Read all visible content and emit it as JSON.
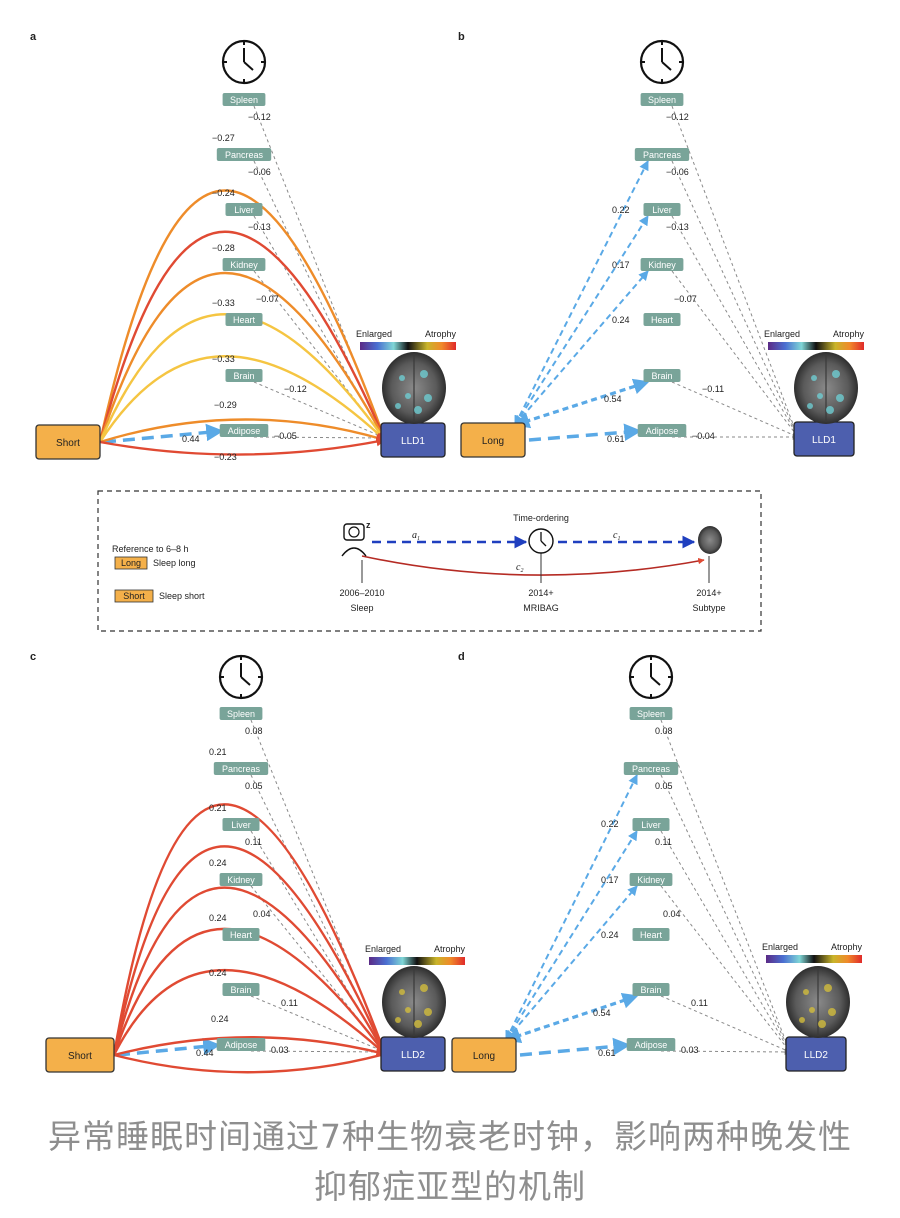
{
  "colors": {
    "exposure_box": "#f4b04a",
    "outcome_box": "#4d5fae",
    "organ_label_bg": "#79a499",
    "blue_dashed": "#5aa9e6",
    "grey_dashed": "#8a8a8a",
    "mediator_dark_blue": "#1f3fbf",
    "red_arc": "#e04a33",
    "orange_arc": "#ee8c2a",
    "yellow_arc": "#f5c542"
  },
  "legend_scale": {
    "left_label": "Enlarged",
    "right_label": "Atrophy"
  },
  "panels": [
    {
      "letter": "a",
      "exposure": "Short",
      "outcome": "LLD1",
      "organs": [
        "Spleen",
        "Pancreas",
        "Liver",
        "Kidney",
        "Heart",
        "Brain",
        "Adipose"
      ],
      "exposure_to_organ": [
        {
          "organ": "Pancreas",
          "value": "−0.27",
          "color": "orange"
        },
        {
          "organ": "Liver",
          "value": "−0.24",
          "color": "red"
        },
        {
          "organ": "Kidney",
          "value": "−0.28",
          "color": "orange"
        },
        {
          "organ": "Heart",
          "value": "−0.33",
          "color": "yellow"
        },
        {
          "organ": "Brain",
          "value": "−0.33",
          "color": "yellow"
        },
        {
          "organ": "Adipose",
          "value": "0.44",
          "color": "blue-dashed"
        }
      ],
      "organ_to_outcome": [
        {
          "organ": "Spleen",
          "value": "−0.12"
        },
        {
          "organ": "Pancreas",
          "value": "−0.06"
        },
        {
          "organ": "Liver",
          "value": "−0.13"
        },
        {
          "organ": "Kidney",
          "value": "−0.07"
        },
        {
          "organ": "Brain",
          "value": "−0.12"
        },
        {
          "organ": "Adipose",
          "value": "−0.05"
        }
      ],
      "direct_paths": [
        {
          "value": "−0.29",
          "color": "orange"
        },
        {
          "value": "−0.23",
          "color": "red"
        }
      ]
    },
    {
      "letter": "b",
      "exposure": "Long",
      "outcome": "LLD1",
      "organs": [
        "Spleen",
        "Pancreas",
        "Liver",
        "Kidney",
        "Heart",
        "Brain",
        "Adipose"
      ],
      "exposure_to_organ": [
        {
          "organ": "Pancreas",
          "value": "0.22",
          "color": "blue-dashed"
        },
        {
          "organ": "Liver",
          "value": "0.17",
          "color": "blue-dashed"
        },
        {
          "organ": "Kidney",
          "value": "0.24",
          "color": "blue-dashed"
        },
        {
          "organ": "Brain",
          "value": "0.54",
          "color": "blue-dashed"
        },
        {
          "organ": "Adipose",
          "value": "0.61",
          "color": "blue-dashed"
        }
      ],
      "organ_to_outcome": [
        {
          "organ": "Spleen",
          "value": "−0.12"
        },
        {
          "organ": "Pancreas",
          "value": "−0.06"
        },
        {
          "organ": "Liver",
          "value": "−0.13"
        },
        {
          "organ": "Kidney",
          "value": "−0.07"
        },
        {
          "organ": "Brain",
          "value": "−0.11"
        },
        {
          "organ": "Adipose",
          "value": "−0.04"
        }
      ],
      "direct_paths": []
    },
    {
      "letter": "c",
      "exposure": "Short",
      "outcome": "LLD2",
      "organs": [
        "Spleen",
        "Pancreas",
        "Liver",
        "Kidney",
        "Heart",
        "Brain",
        "Adipose"
      ],
      "exposure_to_organ": [
        {
          "organ": "Pancreas",
          "value": "0.21",
          "color": "red"
        },
        {
          "organ": "Liver",
          "value": "0.21",
          "color": "red"
        },
        {
          "organ": "Kidney",
          "value": "0.24",
          "color": "red"
        },
        {
          "organ": "Heart",
          "value": "0.24",
          "color": "red"
        },
        {
          "organ": "Brain",
          "value": "0.24",
          "color": "red"
        },
        {
          "organ": "Adipose",
          "value": "0.44",
          "color": "blue-dashed"
        }
      ],
      "organ_to_outcome": [
        {
          "organ": "Spleen",
          "value": "0.08"
        },
        {
          "organ": "Pancreas",
          "value": "0.05"
        },
        {
          "organ": "Liver",
          "value": "0.11"
        },
        {
          "organ": "Kidney",
          "value": "0.04"
        },
        {
          "organ": "Brain",
          "value": "0.11"
        },
        {
          "organ": "Adipose",
          "value": "0.03"
        }
      ],
      "direct_paths": [
        {
          "value": "0.24",
          "color": "red"
        }
      ]
    },
    {
      "letter": "d",
      "exposure": "Long",
      "outcome": "LLD2",
      "organs": [
        "Spleen",
        "Pancreas",
        "Liver",
        "Kidney",
        "Heart",
        "Brain",
        "Adipose"
      ],
      "exposure_to_organ": [
        {
          "organ": "Pancreas",
          "value": "0.22",
          "color": "blue-dashed"
        },
        {
          "organ": "Liver",
          "value": "0.17",
          "color": "blue-dashed"
        },
        {
          "organ": "Kidney",
          "value": "0.24",
          "color": "blue-dashed"
        },
        {
          "organ": "Brain",
          "value": "0.54",
          "color": "blue-dashed"
        },
        {
          "organ": "Adipose",
          "value": "0.61",
          "color": "blue-dashed"
        }
      ],
      "organ_to_outcome": [
        {
          "organ": "Spleen",
          "value": "0.08"
        },
        {
          "organ": "Pancreas",
          "value": "0.05"
        },
        {
          "organ": "Liver",
          "value": "0.11"
        },
        {
          "organ": "Kidney",
          "value": "0.04"
        },
        {
          "organ": "Brain",
          "value": "0.11"
        },
        {
          "organ": "Adipose",
          "value": "0.03"
        }
      ],
      "direct_paths": []
    }
  ],
  "legend_box": {
    "reference_title": "Reference to 6–8 h",
    "items": [
      {
        "tag": "Long",
        "label": "Sleep long"
      },
      {
        "tag": "Short",
        "label": "Sleep short"
      }
    ],
    "timeline": {
      "time_ordering": "Time-ordering",
      "path_a": "a",
      "path_a_sub": "1",
      "path_c1": "c",
      "path_c1_sub": "1",
      "path_c2": "c",
      "path_c2_sub": "2",
      "stages": [
        {
          "years": "2006–2010",
          "label": "Sleep"
        },
        {
          "years": "2014+",
          "label": "MRIBAG"
        },
        {
          "years": "2014+",
          "label": "Subtype"
        }
      ]
    }
  },
  "caption": {
    "line1": "异常睡眠时间通过7种生物衰老时钟，影响两种晚发性",
    "line2": "抑郁症亚型的机制"
  }
}
